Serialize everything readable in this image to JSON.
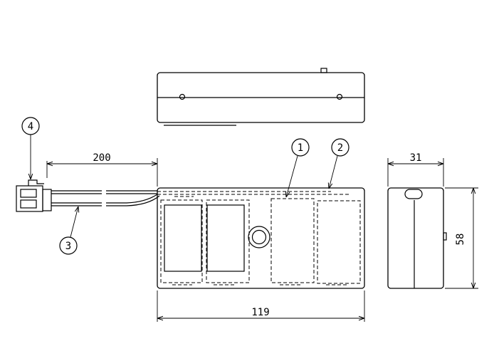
{
  "dimensions": {
    "cable_length": "200",
    "body_length": "119",
    "body_depth": "31",
    "body_height": "58"
  },
  "callouts": [
    {
      "number": "1"
    },
    {
      "number": "2"
    },
    {
      "number": "3"
    },
    {
      "number": "4"
    }
  ]
}
